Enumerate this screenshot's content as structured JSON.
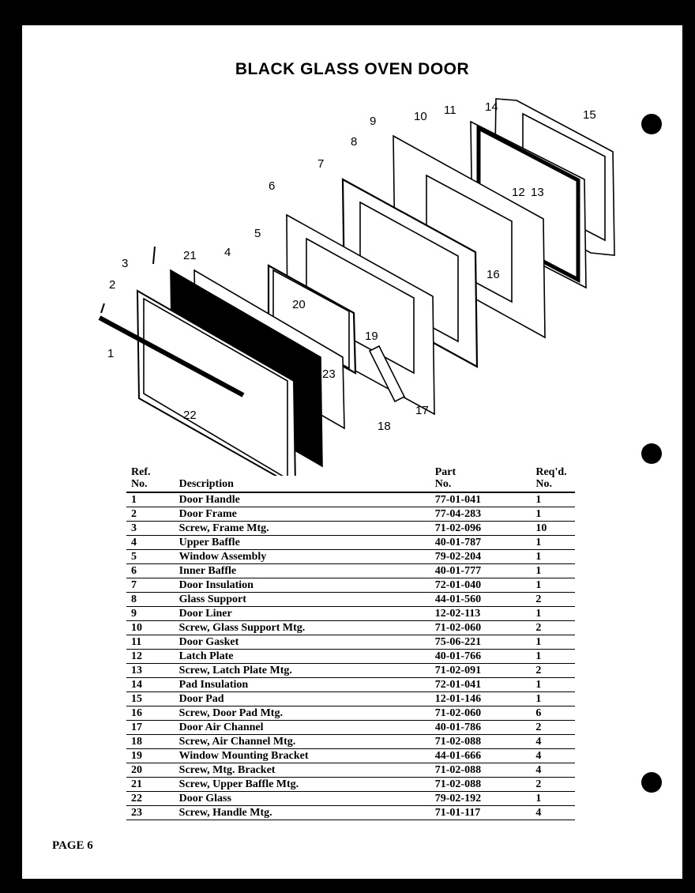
{
  "title": "BLACK GLASS OVEN DOOR",
  "page_label": "PAGE 6",
  "table": {
    "headers": {
      "ref_line1": "Ref.",
      "ref_line2": "No.",
      "desc": "Description",
      "part_line1": "Part",
      "part_line2": "No.",
      "req_line1": "Req'd.",
      "req_line2": "No."
    },
    "rows": [
      {
        "ref": "1",
        "desc": "Door Handle",
        "part": "77-01-041",
        "req": "1"
      },
      {
        "ref": "2",
        "desc": "Door Frame",
        "part": "77-04-283",
        "req": "1"
      },
      {
        "ref": "3",
        "desc": "Screw, Frame Mtg.",
        "part": "71-02-096",
        "req": "10"
      },
      {
        "ref": "4",
        "desc": "Upper Baffle",
        "part": "40-01-787",
        "req": "1"
      },
      {
        "ref": "5",
        "desc": "Window Assembly",
        "part": "79-02-204",
        "req": "1"
      },
      {
        "ref": "6",
        "desc": "Inner Baffle",
        "part": "40-01-777",
        "req": "1"
      },
      {
        "ref": "7",
        "desc": "Door Insulation",
        "part": "72-01-040",
        "req": "1"
      },
      {
        "ref": "8",
        "desc": "Glass Support",
        "part": "44-01-560",
        "req": "2"
      },
      {
        "ref": "9",
        "desc": "Door Liner",
        "part": "12-02-113",
        "req": "1"
      },
      {
        "ref": "10",
        "desc": "Screw, Glass Support Mtg.",
        "part": "71-02-060",
        "req": "2"
      },
      {
        "ref": "11",
        "desc": "Door Gasket",
        "part": "75-06-221",
        "req": "1"
      },
      {
        "ref": "12",
        "desc": "Latch Plate",
        "part": "40-01-766",
        "req": "1"
      },
      {
        "ref": "13",
        "desc": "Screw, Latch Plate Mtg.",
        "part": "71-02-091",
        "req": "2"
      },
      {
        "ref": "14",
        "desc": "Pad Insulation",
        "part": "72-01-041",
        "req": "1"
      },
      {
        "ref": "15",
        "desc": "Door Pad",
        "part": "12-01-146",
        "req": "1"
      },
      {
        "ref": "16",
        "desc": "Screw, Door Pad Mtg.",
        "part": "71-02-060",
        "req": "6"
      },
      {
        "ref": "17",
        "desc": "Door Air Channel",
        "part": "40-01-786",
        "req": "2"
      },
      {
        "ref": "18",
        "desc": "Screw, Air Channel Mtg.",
        "part": "71-02-088",
        "req": "4"
      },
      {
        "ref": "19",
        "desc": "Window Mounting Bracket",
        "part": "44-01-666",
        "req": "4"
      },
      {
        "ref": "20",
        "desc": "Screw, Mtg. Bracket",
        "part": "71-02-088",
        "req": "4"
      },
      {
        "ref": "21",
        "desc": "Screw, Upper Baffle Mtg.",
        "part": "71-02-088",
        "req": "2"
      },
      {
        "ref": "22",
        "desc": "Door Glass",
        "part": "79-02-192",
        "req": "1"
      },
      {
        "ref": "23",
        "desc": "Screw, Handle Mtg.",
        "part": "71-01-117",
        "req": "4"
      }
    ]
  },
  "diagram": {
    "callouts": [
      "1",
      "2",
      "3",
      "4",
      "5",
      "6",
      "7",
      "8",
      "9",
      "10",
      "11",
      "12",
      "13",
      "14",
      "15",
      "16",
      "17",
      "18",
      "19",
      "20",
      "21",
      "22",
      "23"
    ]
  }
}
